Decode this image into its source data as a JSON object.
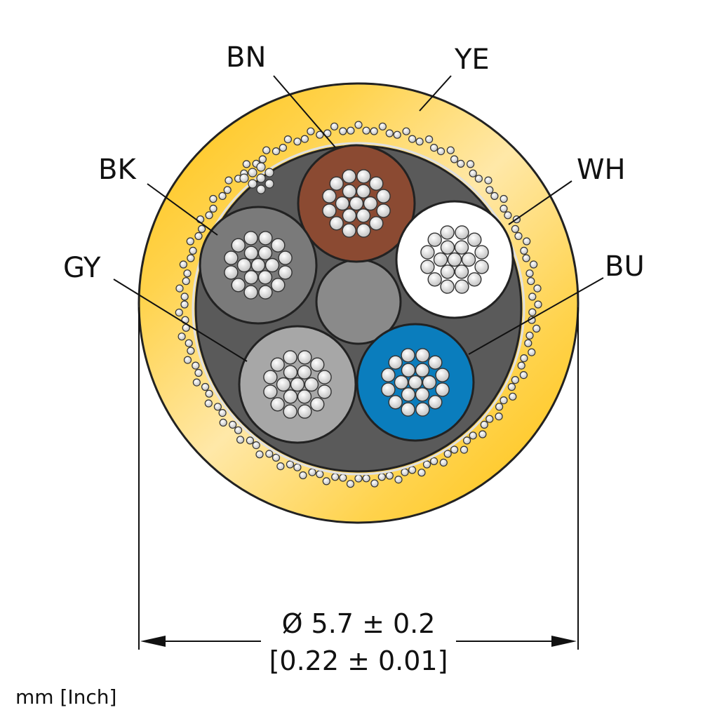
{
  "labels": {
    "bn": "BN",
    "ye": "YE",
    "bk": "BK",
    "wh": "WH",
    "gy": "GY",
    "bu": "BU"
  },
  "dimension": {
    "mm": "Ø 5.7 ± 0.2",
    "inch": "[0.22 ± 0.01]"
  },
  "units": "mm [Inch]",
  "colors": {
    "jacket_yellow": "#FFC20E",
    "jacket_light": "#FFE699",
    "filler_dark": "#5A5A5A",
    "brown": "#8B4A32",
    "white": "#FFFFFF",
    "black_core": "#7A7A7A",
    "grey": "#A7A7A7",
    "blue": "#0A7DBD",
    "center_filler": "#8A8A8A"
  }
}
